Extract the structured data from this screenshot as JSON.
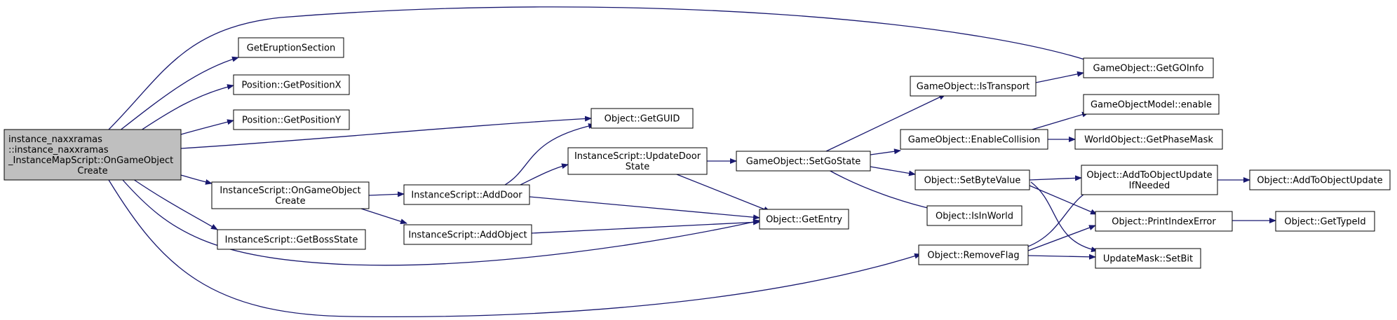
{
  "graph": {
    "edge_color": "#191970",
    "root_fill": "#bfbfbf",
    "nodes": {
      "root": [
        "instance_naxxramas",
        "::instance_naxxramas",
        "_InstanceMapScript::OnGameObject",
        "Create"
      ],
      "get_eruption_section": [
        "GetEruptionSection"
      ],
      "get_position_x": [
        "Position::GetPositionX"
      ],
      "get_position_y": [
        "Position::GetPositionY"
      ],
      "on_game_object_create": [
        "InstanceScript::OnGameObject",
        "Create"
      ],
      "get_boss_state": [
        "InstanceScript::GetBossState"
      ],
      "add_door": [
        "InstanceScript::AddDoor"
      ],
      "add_object": [
        "InstanceScript::AddObject"
      ],
      "update_door_state": [
        "InstanceScript::UpdateDoor",
        "State"
      ],
      "get_guid": [
        "Object::GetGUID"
      ],
      "get_entry": [
        "Object::GetEntry"
      ],
      "set_go_state": [
        "GameObject::SetGoState"
      ],
      "is_transport": [
        "GameObject::IsTransport"
      ],
      "enable_collision": [
        "GameObject::EnableCollision"
      ],
      "set_byte_value": [
        "Object::SetByteValue"
      ],
      "is_in_world": [
        "Object::IsInWorld"
      ],
      "remove_flag": [
        "Object::RemoveFlag"
      ],
      "get_go_info": [
        "GameObject::GetGOInfo"
      ],
      "model_enable": [
        "GameObjectModel::enable"
      ],
      "get_phase_mask": [
        "WorldObject::GetPhaseMask"
      ],
      "add_to_update_if_needed": [
        "Object::AddToObjectUpdate",
        "IfNeeded"
      ],
      "print_index_error": [
        "Object::PrintIndexError"
      ],
      "set_bit": [
        "UpdateMask::SetBit"
      ],
      "add_to_update": [
        "Object::AddToObjectUpdate"
      ],
      "get_type_id": [
        "Object::GetTypeId"
      ]
    }
  }
}
